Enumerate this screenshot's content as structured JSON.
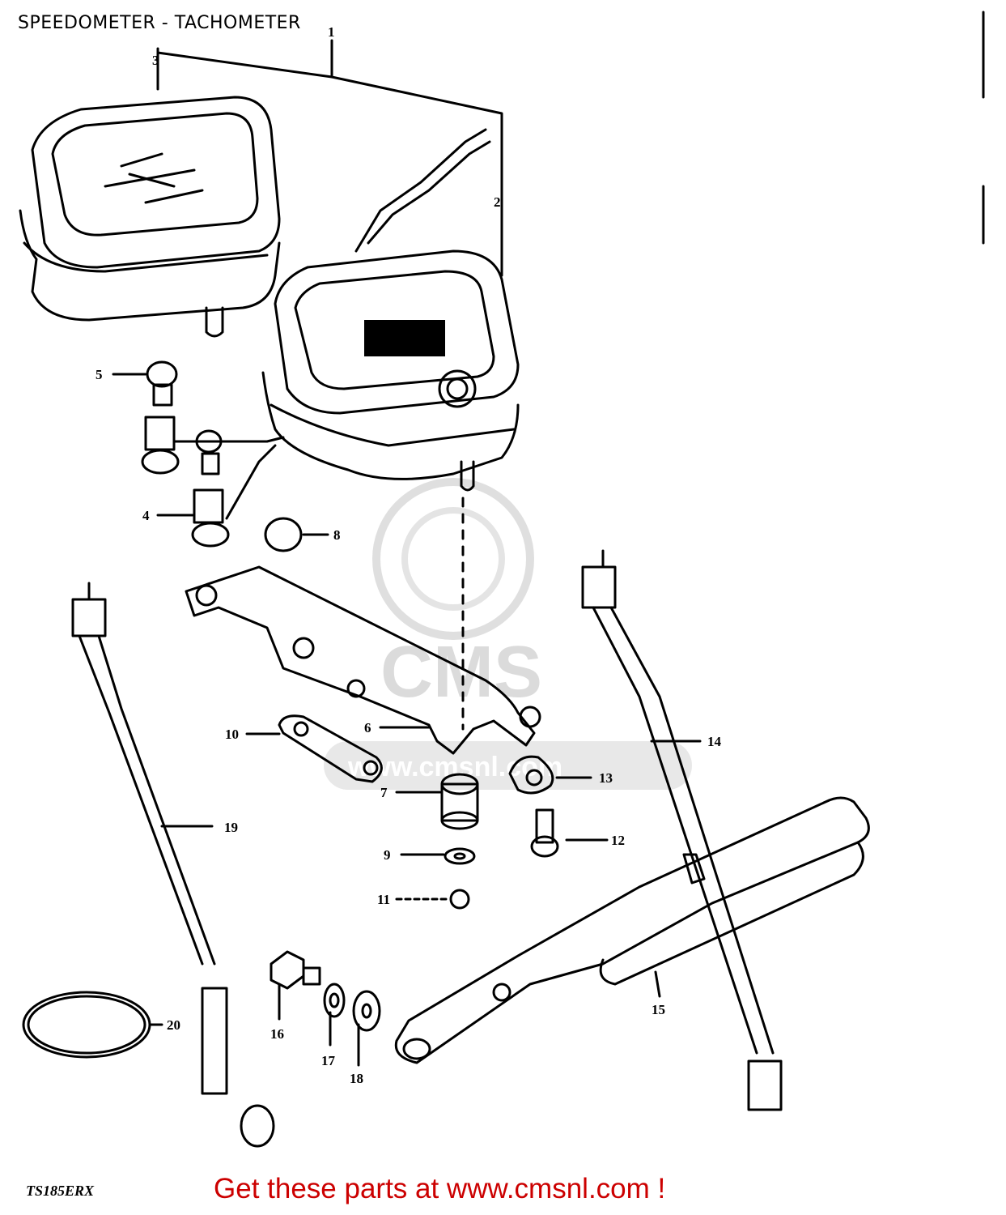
{
  "title": "SPEEDOMETER - TACHOMETER",
  "model_code": "TS185ERX",
  "promo_text": "Get these parts at www.cmsnl.com !",
  "watermark": {
    "brand": "CMS",
    "url": "www.cmsnl.com"
  },
  "callouts": [
    {
      "label": "1"
    },
    {
      "label": "2"
    },
    {
      "label": "3"
    },
    {
      "label": "4"
    },
    {
      "label": "5"
    },
    {
      "label": "6"
    },
    {
      "label": "7"
    },
    {
      "label": "8"
    },
    {
      "label": "9"
    },
    {
      "label": "10"
    },
    {
      "label": "11"
    },
    {
      "label": "12"
    },
    {
      "label": "13"
    },
    {
      "label": "14"
    },
    {
      "label": "15"
    },
    {
      "label": "16"
    },
    {
      "label": "17"
    },
    {
      "label": "18"
    },
    {
      "label": "19"
    },
    {
      "label": "20"
    }
  ],
  "colors": {
    "line": "#000000",
    "promo": "#cc0000",
    "watermark": "#d8d8d8"
  }
}
